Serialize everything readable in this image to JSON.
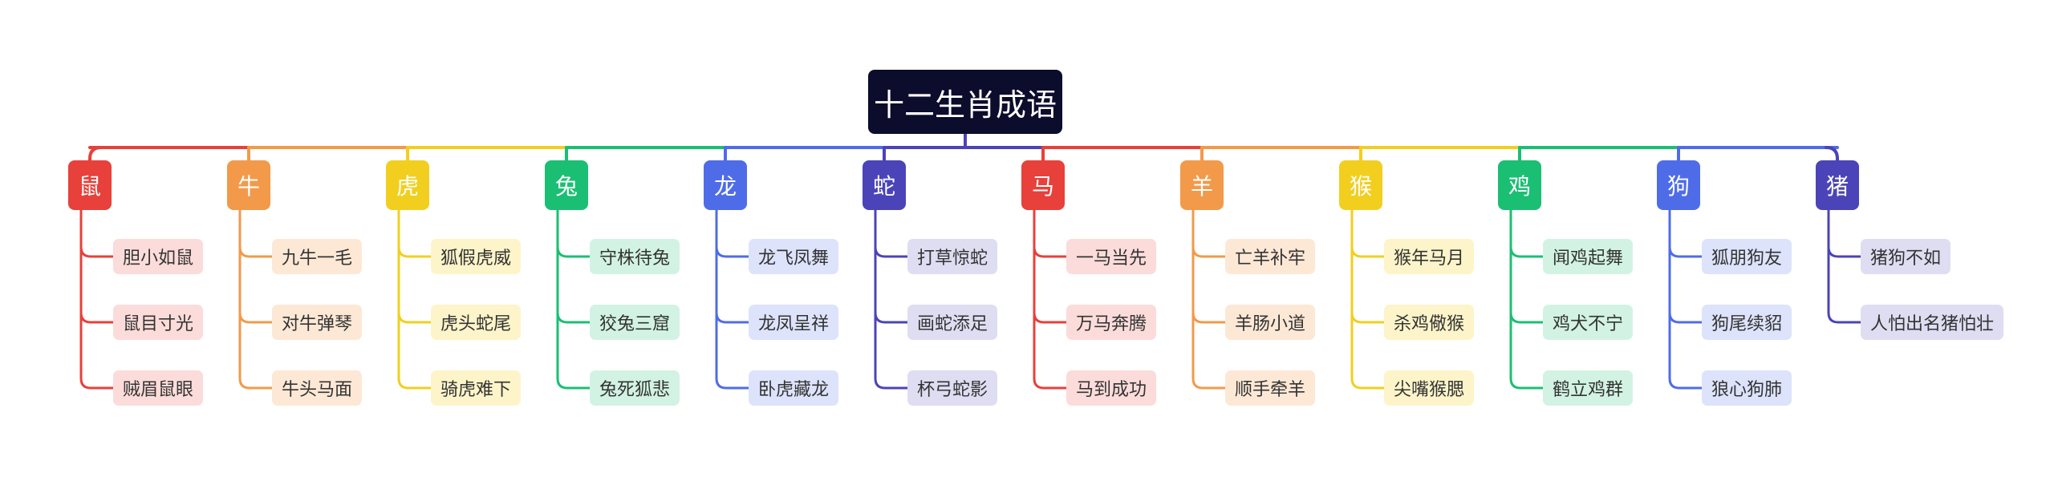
{
  "root": {
    "title": "十二生肖成语"
  },
  "animals": [
    {
      "name": "鼠",
      "color": "#e8403a",
      "light": "#fbdcda",
      "idioms": [
        "胆小如鼠",
        "鼠目寸光",
        "贼眉鼠眼"
      ]
    },
    {
      "name": "牛",
      "color": "#f29a4a",
      "light": "#fde8d6",
      "idioms": [
        "九牛一毛",
        "对牛弹琴",
        "牛头马面"
      ]
    },
    {
      "name": "虎",
      "color": "#f2cf1f",
      "light": "#fdf4c9",
      "idioms": [
        "狐假虎威",
        "虎头蛇尾",
        "骑虎难下"
      ]
    },
    {
      "name": "兔",
      "color": "#1bbf73",
      "light": "#d2f3e3",
      "idioms": [
        "守株待兔",
        "狡兔三窟",
        "兔死狐悲"
      ]
    },
    {
      "name": "龙",
      "color": "#4f6ce8",
      "light": "#dde3fb",
      "idioms": [
        "龙飞凤舞",
        "龙凤呈祥",
        "卧虎藏龙"
      ]
    },
    {
      "name": "蛇",
      "color": "#4b44b8",
      "light": "#dfddf2",
      "idioms": [
        "打草惊蛇",
        "画蛇添足",
        "杯弓蛇影"
      ]
    },
    {
      "name": "马",
      "color": "#e8403a",
      "light": "#fbdcda",
      "idioms": [
        "一马当先",
        "万马奔腾",
        "马到成功"
      ]
    },
    {
      "name": "羊",
      "color": "#f29a4a",
      "light": "#fde8d6",
      "idioms": [
        "亡羊补牢",
        "羊肠小道",
        "顺手牵羊"
      ]
    },
    {
      "name": "猴",
      "color": "#f2cf1f",
      "light": "#fdf4c9",
      "idioms": [
        "猴年马月",
        "杀鸡儆猴",
        "尖嘴猴腮"
      ]
    },
    {
      "name": "鸡",
      "color": "#1bbf73",
      "light": "#d2f3e3",
      "idioms": [
        "闻鸡起舞",
        "鸡犬不宁",
        "鹤立鸡群"
      ]
    },
    {
      "name": "狗",
      "color": "#4f6ce8",
      "light": "#dde3fb",
      "idioms": [
        "狐朋狗友",
        "狗尾续貂",
        "狼心狗肺"
      ]
    },
    {
      "name": "猪",
      "color": "#4b44b8",
      "light": "#dfddf2",
      "idioms": [
        "猪狗不如",
        "人怕出名猪怕壮"
      ]
    }
  ],
  "colors": {
    "root_bg": "#0c0c2c",
    "root_text": "#ffffff",
    "idiom_text": "#333333"
  }
}
